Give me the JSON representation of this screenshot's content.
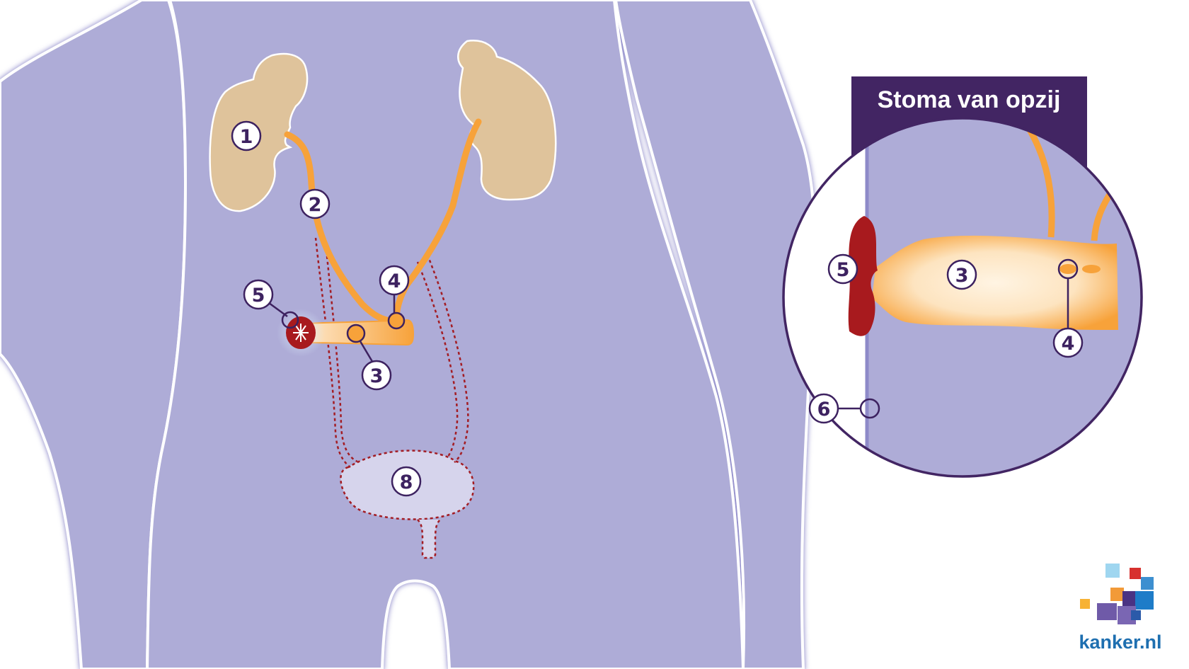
{
  "inset": {
    "title": "Stoma van opzij"
  },
  "labels": {
    "kidney": "1",
    "ureter": "2",
    "conduit": "3",
    "ureter_join": "4",
    "stoma": "5",
    "skin": "6",
    "bladder": "8"
  },
  "brand": {
    "name": "kanker.nl"
  },
  "colors": {
    "body": "#aeacd7",
    "body_edge": "#8e8ac8",
    "kidney": "#dfc39b",
    "tube": "#f7a23a",
    "stoma": "#a81a1e",
    "outline": "#3d2260",
    "header": "#422563",
    "dotted": "#a31d24"
  },
  "icons": [
    "kidney-icon",
    "ureter-icon",
    "bladder-outline-icon",
    "stoma-icon",
    "logo-icon"
  ]
}
